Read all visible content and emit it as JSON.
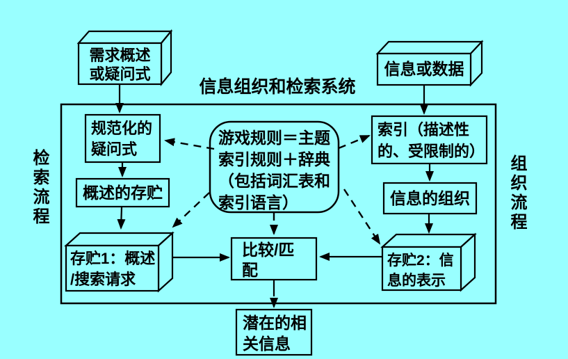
{
  "colors": {
    "background": "#99ffff",
    "line": "#000000",
    "text": "#000000"
  },
  "title": "信息组织和检索系统",
  "side_labels": {
    "left": "检索流程",
    "right": "组织流程"
  },
  "nodes": {
    "need": {
      "shape": "cuboid",
      "lines": [
        "需求概述",
        "或疑问式"
      ]
    },
    "info_data": {
      "shape": "cuboid",
      "lines": [
        "信息或数据"
      ]
    },
    "normalized_query": {
      "shape": "rect",
      "lines": [
        "规范化的",
        "疑问式"
      ]
    },
    "summary_storage": {
      "shape": "rect",
      "lines": [
        "概述的存贮"
      ]
    },
    "game_rules": {
      "shape": "rounded",
      "lines": [
        "游戏规则＝主题",
        "索引规则＋辞典",
        "（包括词汇表和",
        "索引语言）"
      ]
    },
    "index": {
      "shape": "rect",
      "lines": [
        "索引（描述性",
        "的、受限制的）"
      ]
    },
    "info_org": {
      "shape": "rect",
      "lines": [
        "信息的组织"
      ]
    },
    "storage1": {
      "shape": "cuboid",
      "lines": [
        "存贮1：概述",
        "/搜索请求"
      ]
    },
    "compare": {
      "shape": "rect",
      "lines": [
        "比较/匹",
        "配"
      ]
    },
    "storage2": {
      "shape": "cuboid",
      "lines": [
        "存贮2：信",
        "息的表示"
      ]
    },
    "relevant": {
      "shape": "rect",
      "lines": [
        "潜在的相",
        "关信息"
      ]
    }
  },
  "edges": [
    {
      "from": "need",
      "to": "normalized_query",
      "style": "solid"
    },
    {
      "from": "normalized_query",
      "to": "summary_storage",
      "style": "solid"
    },
    {
      "from": "summary_storage",
      "to": "storage1",
      "style": "solid"
    },
    {
      "from": "storage1",
      "to": "compare",
      "style": "solid"
    },
    {
      "from": "info_data",
      "to": "index",
      "style": "solid"
    },
    {
      "from": "index",
      "to": "info_org",
      "style": "solid"
    },
    {
      "from": "info_org",
      "to": "storage2",
      "style": "solid"
    },
    {
      "from": "storage2",
      "to": "compare",
      "style": "solid"
    },
    {
      "from": "compare",
      "to": "relevant",
      "style": "dashed"
    },
    {
      "from": "game_rules",
      "to": "normalized_query",
      "style": "dashed"
    },
    {
      "from": "game_rules",
      "to": "index",
      "style": "dashed"
    },
    {
      "from": "game_rules",
      "to": "storage1",
      "style": "dashed"
    },
    {
      "from": "game_rules",
      "to": "storage2",
      "style": "dashed"
    },
    {
      "from": "game_rules",
      "to": "compare",
      "style": "dashed"
    }
  ]
}
